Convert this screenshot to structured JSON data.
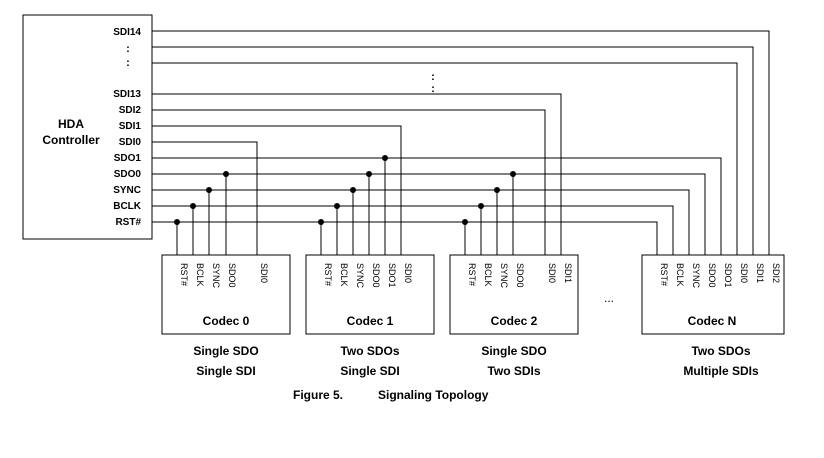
{
  "controller": {
    "title_line1": "HDA",
    "title_line2": "Controller",
    "pins": [
      "SDI14",
      "SDI13",
      "SDI2",
      "SDI1",
      "SDI0",
      "SDO1",
      "SDO0",
      "SYNC",
      "BCLK",
      "RST#"
    ],
    "ellipsis": ":"
  },
  "codecs": [
    {
      "name": "Codec 0",
      "pins": [
        "RST#",
        "BCLK",
        "SYNC",
        "SDO0",
        "SDI0"
      ],
      "caption_line1": "Single SDO",
      "caption_line2": "Single SDI"
    },
    {
      "name": "Codec 1",
      "pins": [
        "RST#",
        "BCLK",
        "SYNC",
        "SDO0",
        "SDO1",
        "SDI0"
      ],
      "caption_line1": "Two SDOs",
      "caption_line2": "Single SDI"
    },
    {
      "name": "Codec 2",
      "pins": [
        "RST#",
        "BCLK",
        "SYNC",
        "SDO0",
        "SDI0",
        "SDI1"
      ],
      "caption_line1": "Single SDO",
      "caption_line2": "Two SDIs"
    },
    {
      "name": "Codec N",
      "pins": [
        "RST#",
        "BCLK",
        "SYNC",
        "SDO0",
        "SDO1",
        "SDI0",
        "SDI1",
        "SDI2"
      ],
      "caption_line1": "Two SDOs",
      "caption_line2": "Multiple SDIs"
    }
  ],
  "codec_gap_ellipsis": "...",
  "figure_caption": {
    "number": "Figure 5.",
    "title": "Signaling Topology"
  }
}
